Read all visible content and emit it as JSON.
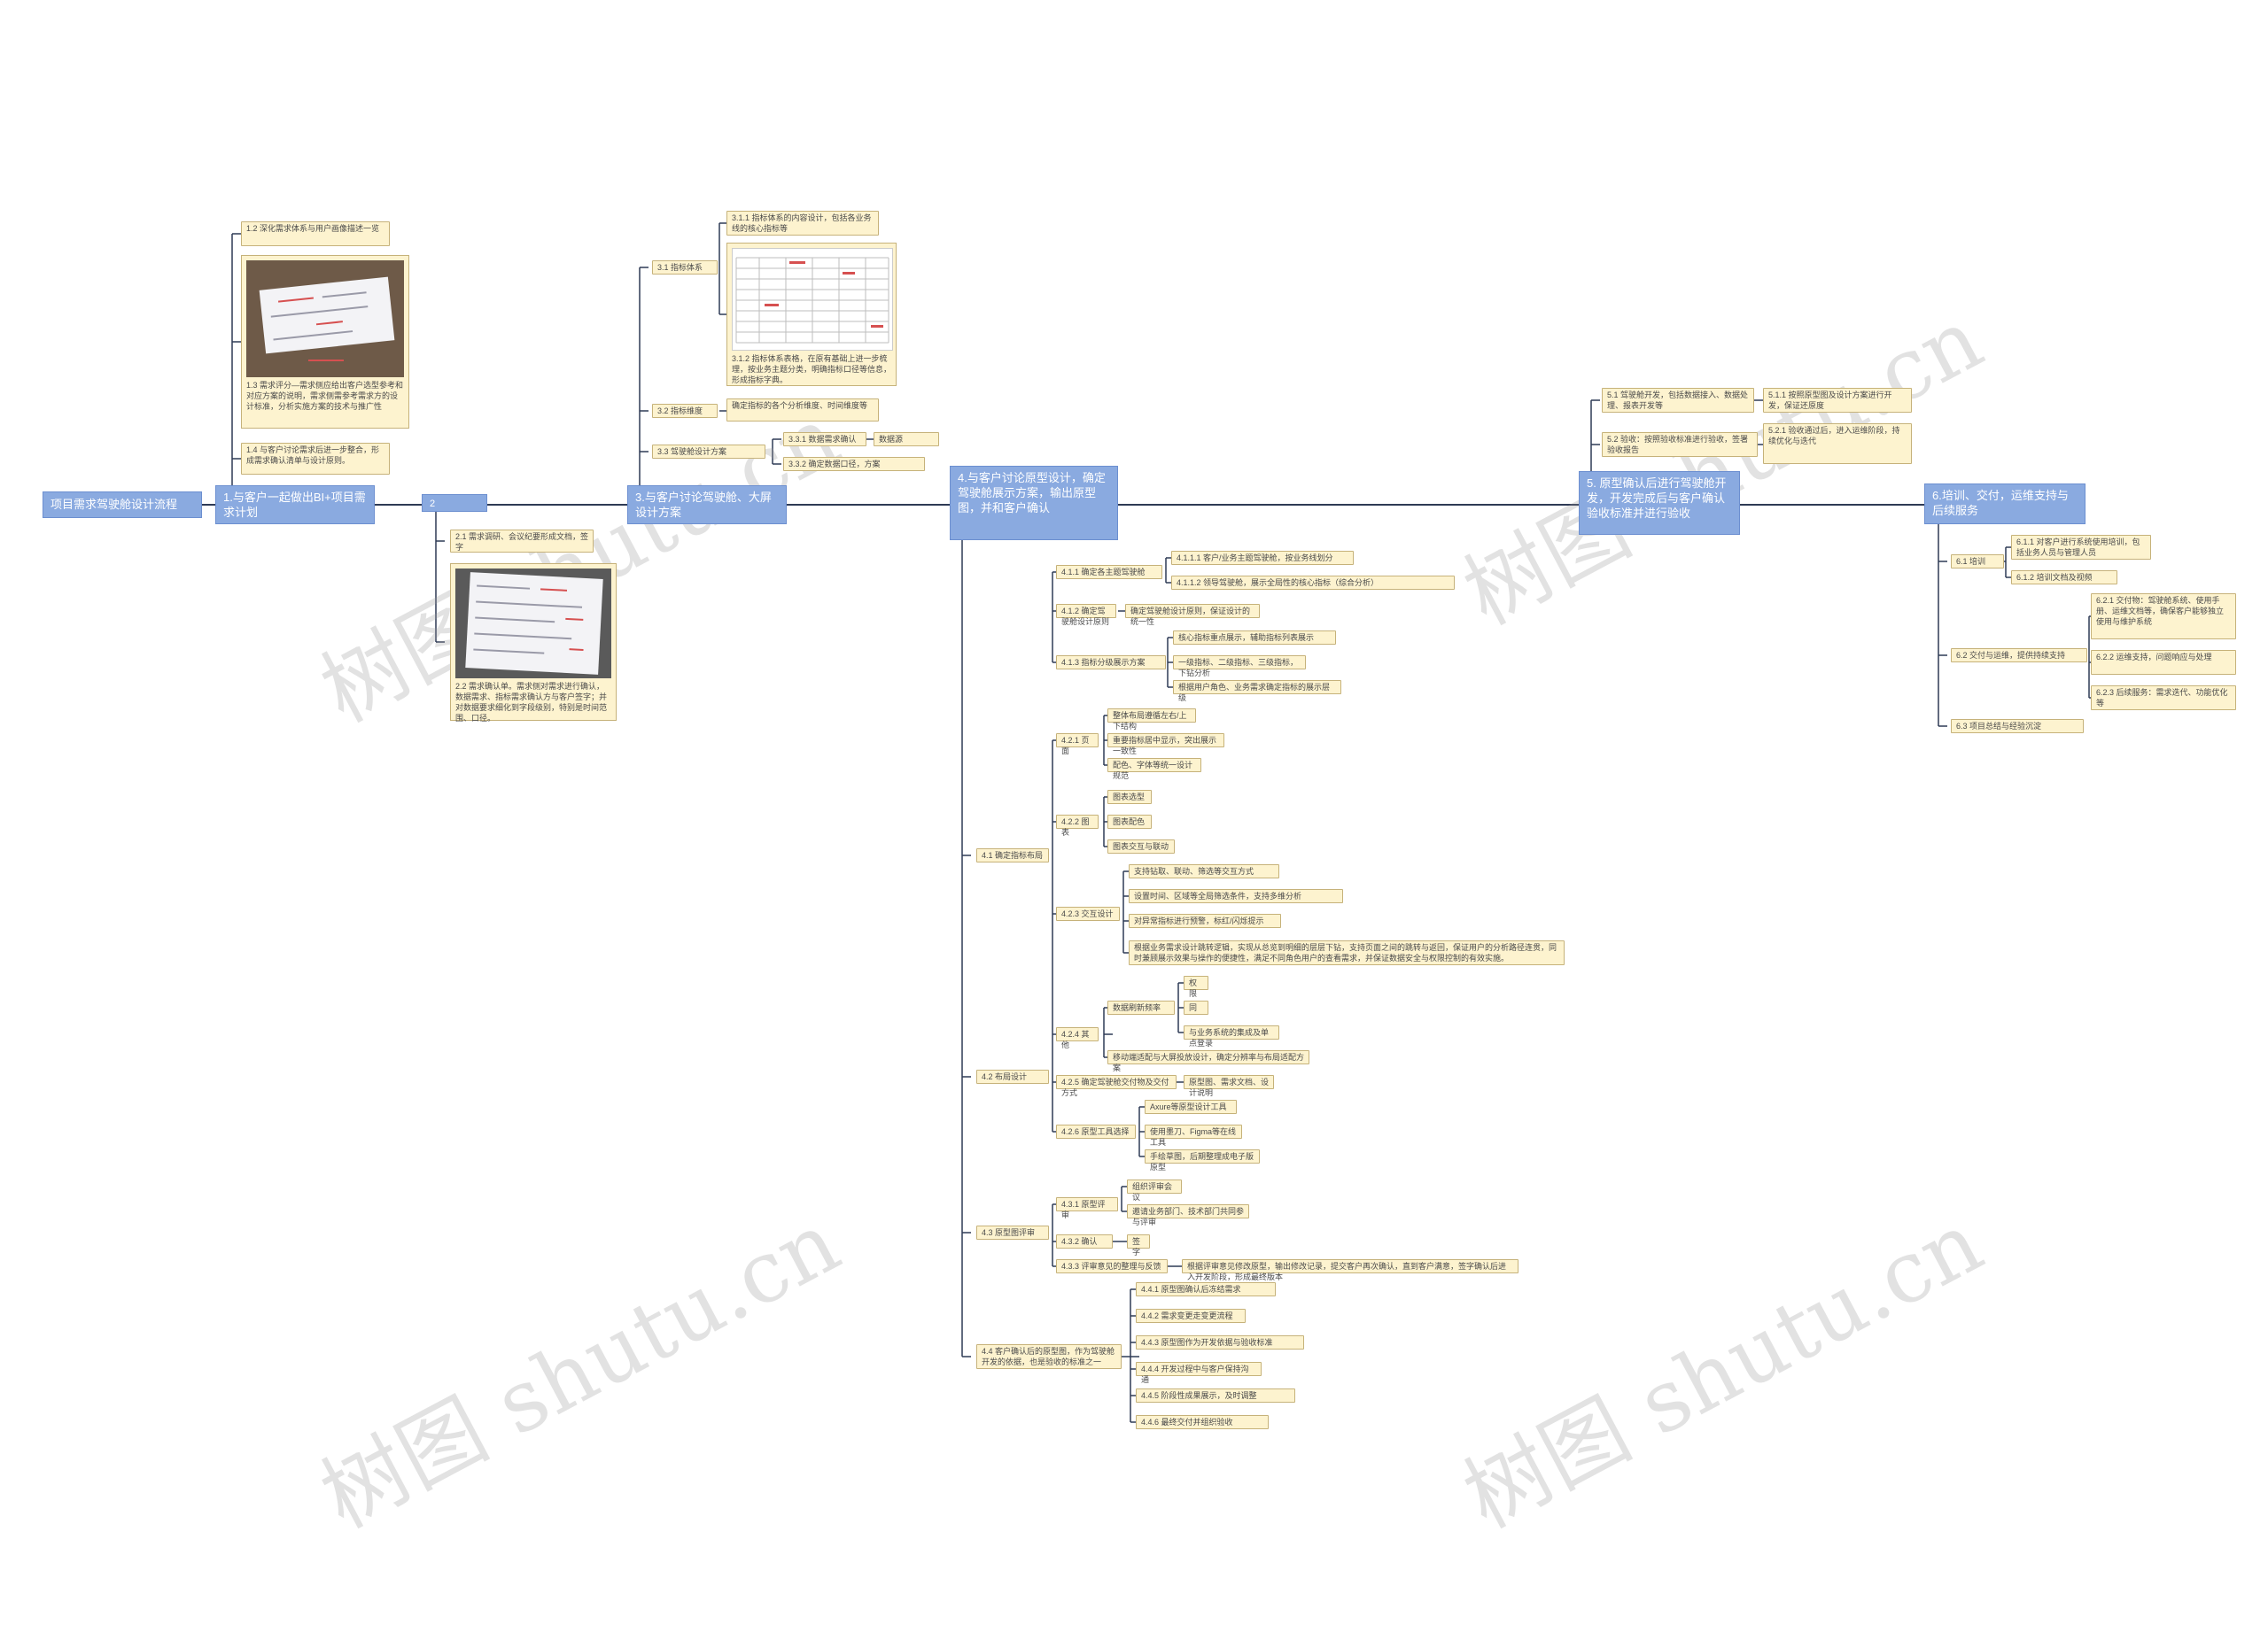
{
  "colors": {
    "main_node": "#8aaae0",
    "leaf_node": "#fdf3cf",
    "connector": "#2e3a55",
    "watermark": "#969696"
  },
  "watermark_text": "树图 shutu.cn",
  "nodes": {
    "n1": "项目需求驾驶舱设计流程",
    "n2": "1.与客户一起做出BI+项目需求计划",
    "n3": "1.2 深化需求体系与用户画像描述一览",
    "n4": "1.3 需求评分—需求侧应给出客户选型参考和对应方案的说明，需求侧需参考需求方的设计标准，分析实施方案的技术与推广性",
    "n5": "1.4 与客户讨论需求后进一步整合，形成需求确认清单与设计原则。",
    "n6": "2",
    "n7": "2.1 需求调研、会议纪要形成文档，签字",
    "n8": "2.2 需求确认单。需求侧对需求进行确认，数据需求、指标需求确认方与客户签字；并对数据要求细化到字段级别，特别是时间范围、口径。",
    "n9": "3.与客户讨论驾驶舱、大屏设计方案",
    "n10": "3.1 指标体系",
    "n11": "3.1.1 指标体系的内容设计，包括各业务线的核心指标等",
    "n12": "3.1.2 指标体系表格，在原有基础上进一步梳理，按业务主题分类，明确指标口径等信息，形成指标字典。",
    "n13": "3.2 指标维度",
    "n14": "确定指标的各个分析维度、时间维度等",
    "n15": "3.3 驾驶舱设计方案",
    "n16": "3.3.1 数据需求确认",
    "n17": "数据源",
    "n18": "3.3.2 确定数据口径，方案",
    "n19": "4.与客户讨论原型设计，确定驾驶舱展示方案，输出原型图，并和客户确认",
    "n20": "4.1 确定指标布局",
    "n21": "4.1.1 确定各主题驾驶舱",
    "n22": "4.1.1.1 客户/业务主题驾驶舱，按业务线划分",
    "n23": "4.1.1.2 领导驾驶舱，展示全局性的核心指标（综合分析）",
    "n24": "4.1.2 确定驾驶舱设计原则",
    "n25": "确定驾驶舱设计原则，保证设计的统一性",
    "n26": "4.1.3 指标分级展示方案",
    "n27": "核心指标重点展示，辅助指标列表展示",
    "n28": "一级指标、二级指标、三级指标，下钻分析",
    "n29": "根据用户角色、业务需求确定指标的展示层级",
    "n30": "4.2 布局设计",
    "n31": "4.2.1 页面",
    "n32": "整体布局遵循左右/上下结构",
    "n33": "重要指标居中显示，突出展示一致性",
    "n34": "配色、字体等统一设计规范",
    "n35": "4.2.2 图表",
    "n36": "图表选型",
    "n37": "图表配色",
    "n38": "图表交互与联动",
    "n39": "4.2.3 交互设计",
    "n40": "支持钻取、联动、筛选等交互方式",
    "n41": "设置时间、区域等全局筛选条件，支持多维分析",
    "n42": "对异常指标进行预警，标红/闪烁提示",
    "n43": "根据业务需求设计跳转逻辑，实现从总览到明细的层层下钻，支持页面之间的跳转与返回，保证用户的分析路径连贯，同时兼顾展示效果与操作的便捷性，满足不同角色用户的查看需求，并保证数据安全与权限控制的有效实施。",
    "n44": "4.2.4 其他",
    "n45": "数据刷新频率",
    "n46": "权限",
    "n47": "同",
    "n48": "与业务系统的集成及单点登录",
    "n49": "移动端适配与大屏投放设计，确定分辨率与布局适配方案",
    "n50": "4.2.5 确定驾驶舱交付物及交付方式",
    "n51": "原型图、需求文档、设计说明",
    "n52": "4.2.6 原型工具选择",
    "n53": "Axure等原型设计工具",
    "n54": "使用墨刀、Figma等在线工具",
    "n55": "手绘草图，后期整理成电子版原型",
    "n56": "4.3 原型图评审",
    "n57": "4.3.1 原型评审",
    "n58": "组织评审会议",
    "n59": "邀请业务部门、技术部门共同参与评审",
    "n60": "4.3.2 确认",
    "n61": "签字",
    "n62": "4.3.3 评审意见的整理与反馈",
    "n63": "根据评审意见修改原型，输出修改记录，提交客户再次确认，直到客户满意，签字确认后进入开发阶段，形成最终版本",
    "n64": "4.4 客户确认后的原型图，作为驾驶舱开发的依据，也是验收的标准之一",
    "n65": "4.4.1 原型图确认后冻结需求",
    "n66": "4.4.2 需求变更走变更流程",
    "n67": "4.4.3 原型图作为开发依据与验收标准",
    "n68": "4.4.4 开发过程中与客户保持沟通",
    "n69": "4.4.5 阶段性成果展示，及时调整",
    "n70": "4.4.6 最终交付并组织验收",
    "n71": "5. 原型确认后进行驾驶舱开发，开发完成后与客户确认验收标准并进行验收",
    "n72": "5.1 驾驶舱开发，包括数据接入、数据处理、报表开发等",
    "n73": "5.1.1 按照原型图及设计方案进行开发，保证还原度",
    "n74": "5.2 验收：按照验收标准进行验收，签署验收报告",
    "n75": "5.2.1 验收通过后，进入运维阶段，持续优化与迭代",
    "n76": "6.培训、交付，运维支持与后续服务",
    "n77": "6.1 培训",
    "n78": "6.1.1 对客户进行系统使用培训，包括业务人员与管理人员",
    "n79": "6.1.2 培训文档及视频",
    "n80": "6.2 交付与运维，提供持续支持",
    "n81": "6.2.1 交付物：驾驶舱系统、使用手册、运维文档等，确保客户能够独立使用与维护系统",
    "n82": "6.2.2 运维支持，问题响应与处理",
    "n83": "6.2.3 后续服务：需求迭代、功能优化等",
    "n84": "6.3 项目总结与经验沉淀"
  }
}
